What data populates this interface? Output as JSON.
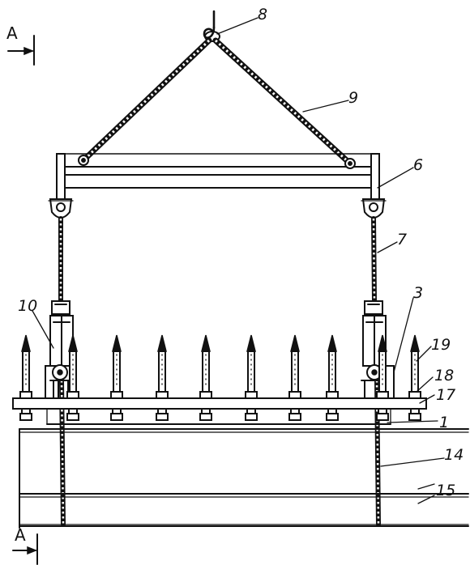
{
  "section_marks": {
    "top": "A",
    "bottom": "A"
  },
  "callouts": {
    "c1": "1",
    "c3": "3",
    "c6": "6",
    "c7": "7",
    "c8": "8",
    "c9": "9",
    "c10": "10",
    "c14": "14",
    "c15": "15",
    "c17": "17",
    "c18": "18",
    "c19": "19"
  }
}
